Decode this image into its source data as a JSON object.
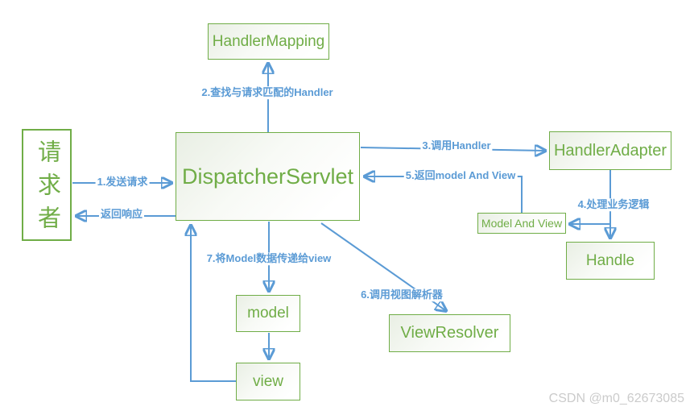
{
  "page": {
    "background": "#ffffff",
    "watermark": "CSDN @m0_62673085"
  },
  "colors": {
    "node_border": "#70ad47",
    "node_text": "#70ad47",
    "node_fill_gradient_start": "#e9efe4",
    "node_fill_gradient_end": "#ffffff",
    "arrow": "#5b9bd5",
    "edge_label_text": "#5b9bd5",
    "watermark_text": "#cbcbcb"
  },
  "nodes": {
    "requester": {
      "label": "请求者"
    },
    "handler_mapping": {
      "label": "HandlerMapping"
    },
    "dispatcher_servlet": {
      "label": "DispatcherServlet"
    },
    "handler_adapter": {
      "label": "HandlerAdapter"
    },
    "model_and_view": {
      "label": "Model And View"
    },
    "handle": {
      "label": "Handle"
    },
    "model": {
      "label": "model"
    },
    "view": {
      "label": "view"
    },
    "view_resolver": {
      "label": "ViewResolver"
    }
  },
  "edges": {
    "send_request": {
      "label": "1.发送请求",
      "from": "requester",
      "to": "dispatcher_servlet"
    },
    "return_response": {
      "label": "返回响应",
      "from": "dispatcher_servlet",
      "to": "requester"
    },
    "find_handler": {
      "label": "2.查找与请求匹配的Handler",
      "from": "dispatcher_servlet",
      "to": "handler_mapping"
    },
    "call_handler": {
      "label": "3.调用Handler",
      "from": "dispatcher_servlet",
      "to": "handler_adapter"
    },
    "process_business_logic": {
      "label": "4.处理业务逻辑",
      "from": "handler_adapter",
      "to": "handle"
    },
    "return_model_and_view": {
      "label": "5.返回model And View",
      "from": "model_and_view",
      "to": "dispatcher_servlet"
    },
    "call_view_resolver": {
      "label": "6.调用视图解析器",
      "from": "dispatcher_servlet",
      "to": "view_resolver"
    },
    "pass_model_to_view": {
      "label": "7.将Model数据传递给view",
      "from": "dispatcher_servlet",
      "to": "model"
    },
    "handle_to_model_and_view": {
      "label": "",
      "from": "handle",
      "to": "model_and_view"
    },
    "model_to_view": {
      "label": "",
      "from": "model",
      "to": "view"
    },
    "view_to_dispatcher": {
      "label": "",
      "from": "view",
      "to": "dispatcher_servlet"
    }
  }
}
